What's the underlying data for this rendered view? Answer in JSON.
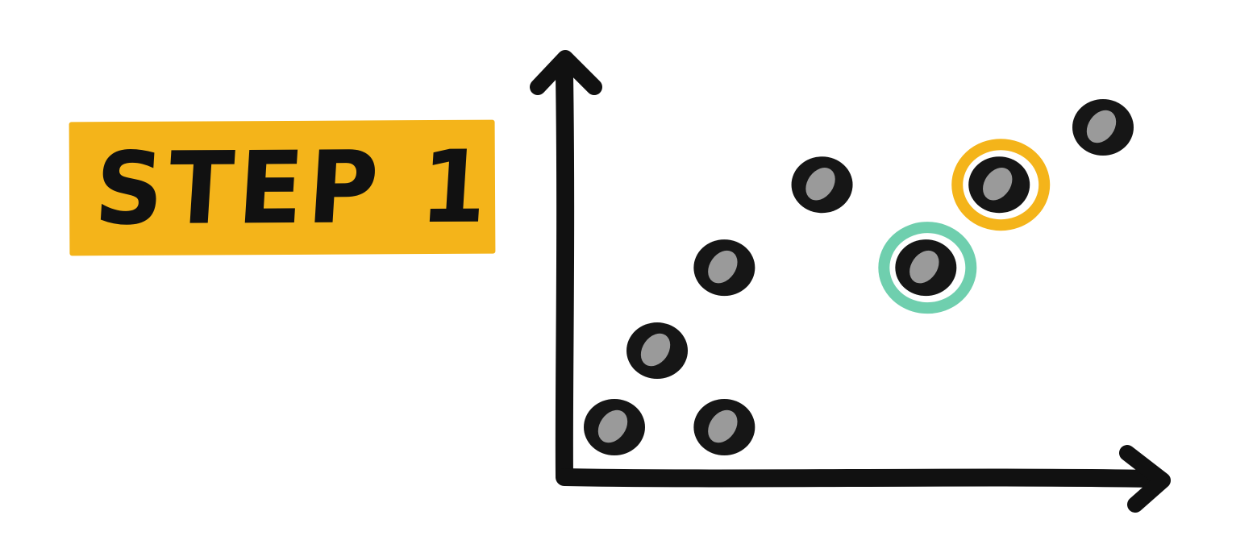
{
  "step_badge": {
    "label": "STEP 1",
    "color": "#f4b41a"
  },
  "diagram": {
    "axis_color": "#111111",
    "point_outer_color": "#161616",
    "point_inner_color": "#9a9a9a",
    "points": [
      {
        "id": "p1",
        "x": 1,
        "y": 1,
        "highlight": null
      },
      {
        "id": "p2",
        "x": 2.8,
        "y": 1,
        "highlight": null
      },
      {
        "id": "p3",
        "x": 1.7,
        "y": 2.2,
        "highlight": null
      },
      {
        "id": "p4",
        "x": 2.8,
        "y": 3.5,
        "highlight": null
      },
      {
        "id": "p5",
        "x": 4.4,
        "y": 4.8,
        "highlight": null
      },
      {
        "id": "p6",
        "x": 6.1,
        "y": 3.5,
        "highlight": "green"
      },
      {
        "id": "p7",
        "x": 7.3,
        "y": 4.8,
        "highlight": "orange"
      },
      {
        "id": "p8",
        "x": 9.0,
        "y": 5.7,
        "highlight": null
      }
    ],
    "highlight_colors": {
      "green": "#6fcfae",
      "orange": "#f4b41a"
    }
  }
}
